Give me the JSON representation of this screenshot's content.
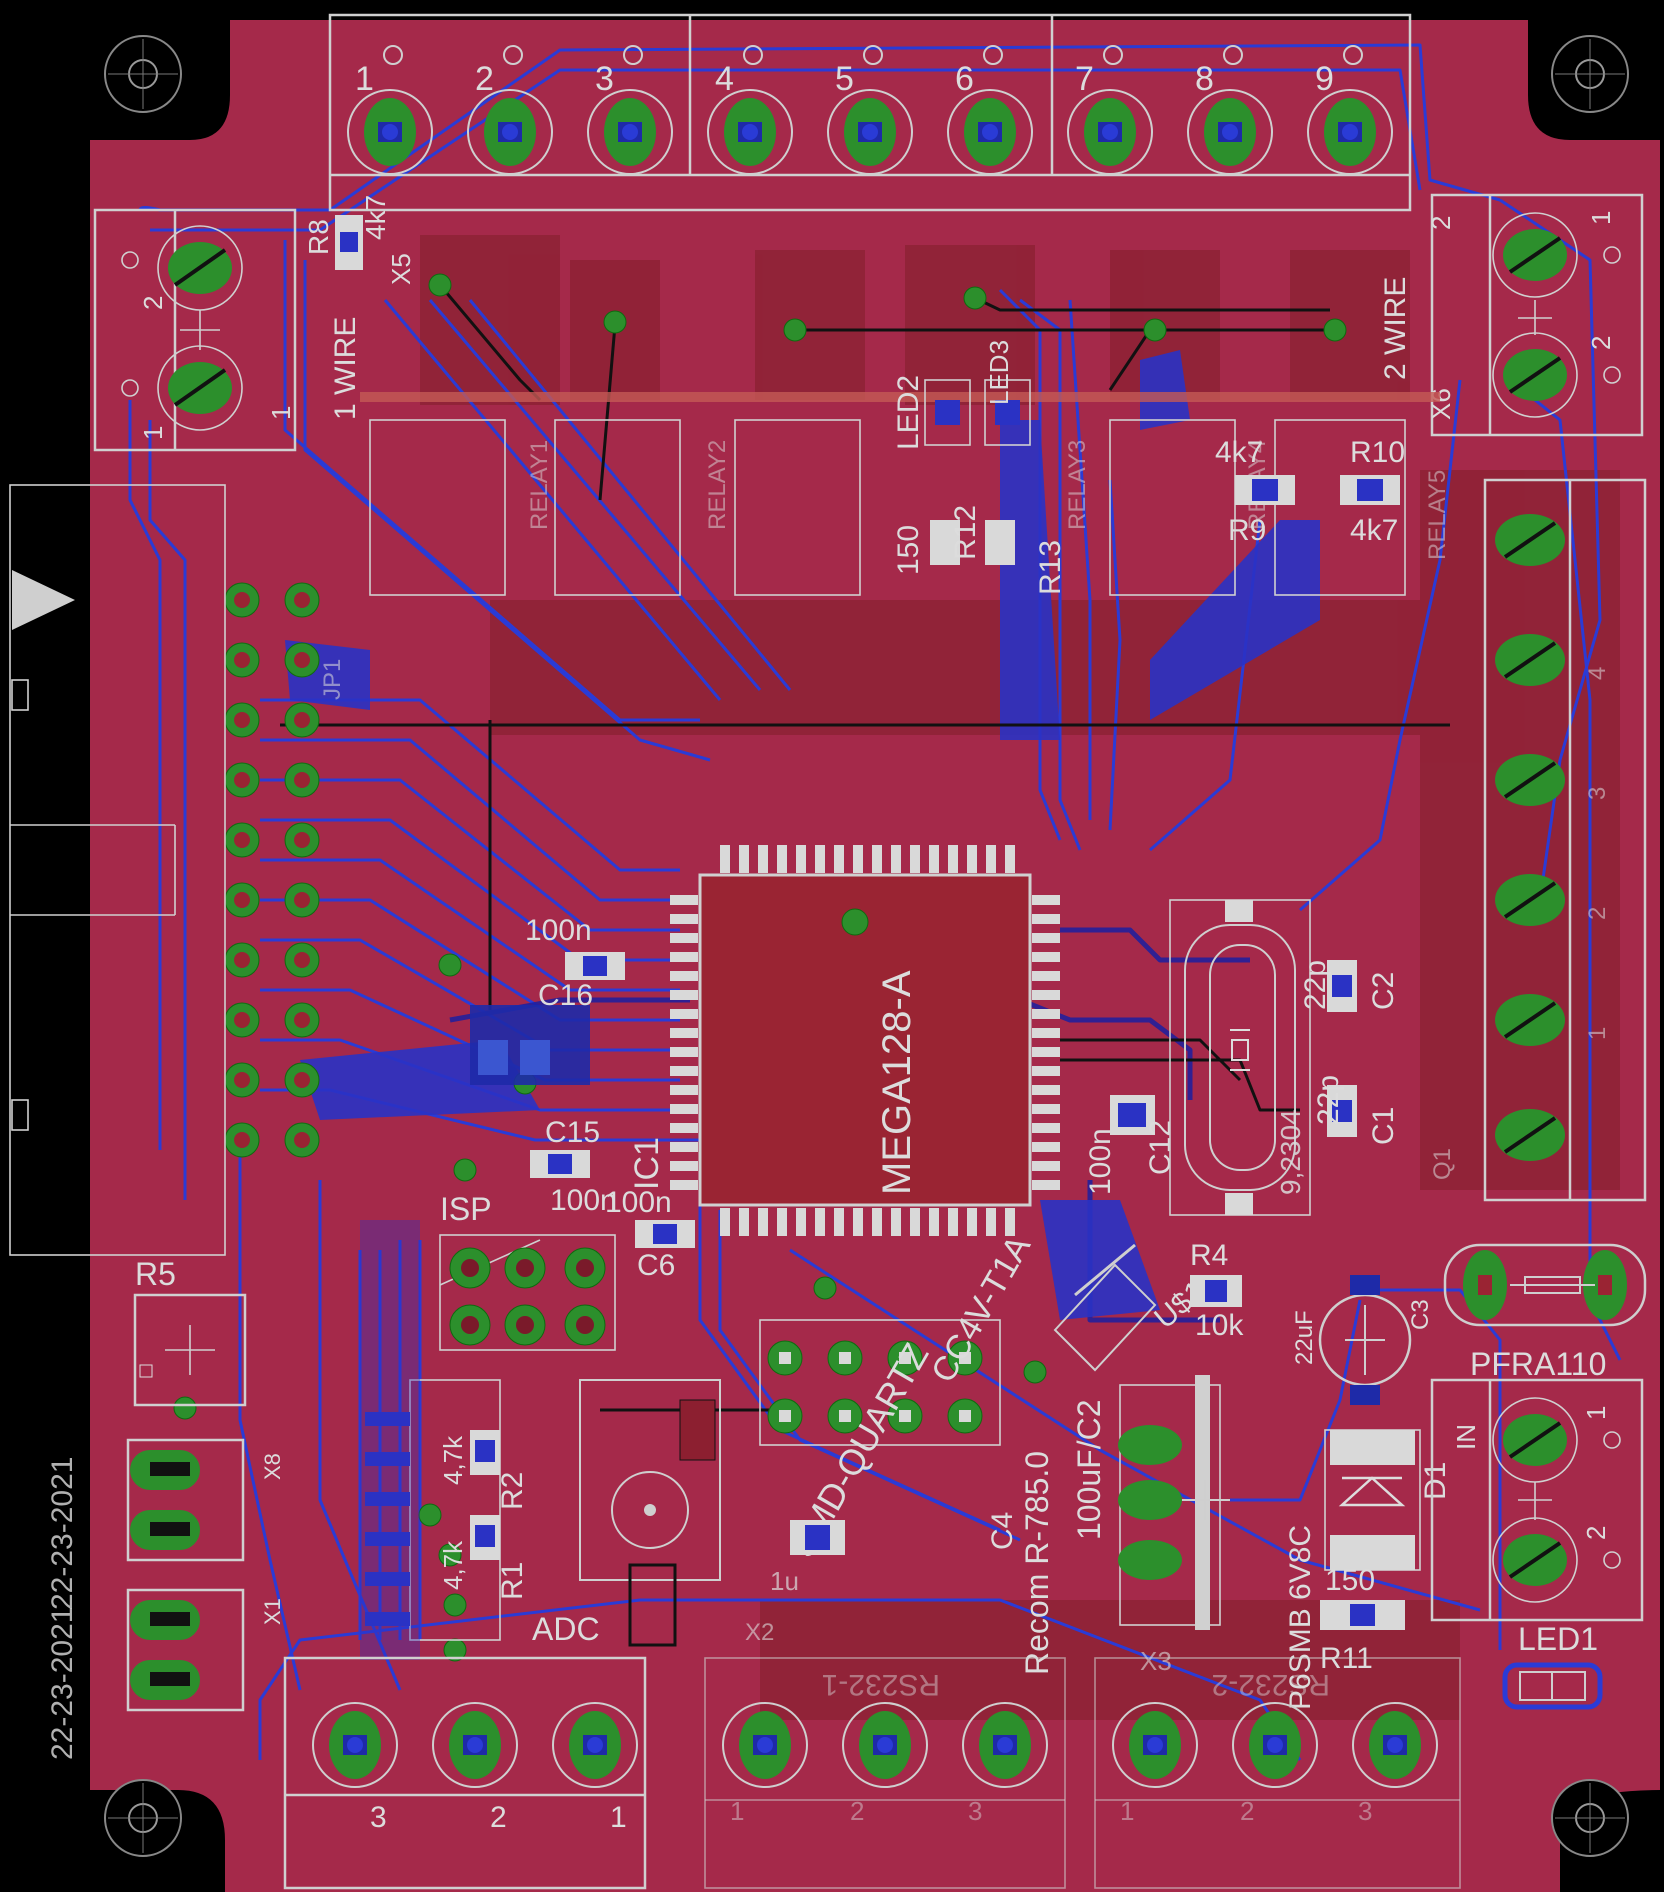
{
  "board": {
    "background_color": "#000000",
    "substrate_color": "#a5294a",
    "top_copper_color": "#9a2433",
    "bottom_copper_color": "#2a3bd6",
    "pad_color": "#2c8f2c",
    "silkscreen_color": "#d0d0d0"
  },
  "date_stamp_1": "22-23-2021",
  "date_stamp_2": "22-23-2021",
  "top_terminal": {
    "pins": [
      "1",
      "2",
      "3",
      "4",
      "5",
      "6",
      "7",
      "8",
      "9"
    ]
  },
  "left_wire_connector": {
    "label": "1 WIRE",
    "pin_top": "2",
    "pin_bottom": "1",
    "side_pin": "1",
    "ref": "X5"
  },
  "right_wire_connector": {
    "label": "2 WIRE",
    "pin_top": "2",
    "pin_mid": "1",
    "pin_bottom": "2",
    "ref": "X6"
  },
  "r8": {
    "ref": "R8",
    "value": "4k7"
  },
  "led2": {
    "ref": "LED2",
    "value": "LED3"
  },
  "r12": {
    "ref": "R12",
    "value": "150"
  },
  "r13": {
    "ref": "R13"
  },
  "r9": {
    "ref": "R9",
    "value": "4k7"
  },
  "r10": {
    "ref": "R10",
    "value": "4k7"
  },
  "relay_labels": [
    "RELAY1",
    "RELAY2",
    "RELAY3",
    "RELAY4",
    "RELAY5"
  ],
  "ic_label": "MEGA128-A",
  "ic_ref": "IC1",
  "c16": {
    "ref": "C16",
    "value": "100n"
  },
  "c15": {
    "ref": "C15",
    "value": "100n"
  },
  "c6": {
    "ref": "C6",
    "value": "100n"
  },
  "c12": {
    "ref": "C12",
    "value": "100n"
  },
  "c2": {
    "ref": "C2",
    "value": "22p"
  },
  "c1": {
    "ref": "C1",
    "value": "22p"
  },
  "crystal": {
    "value": "9,2304"
  },
  "isp_label": "ISP",
  "r5_label": "R5",
  "x8_label": "X8",
  "x1_label": "X1",
  "r4": {
    "ref": "R4",
    "value": "10k"
  },
  "c3": {
    "ref": "C3",
    "value": "22uF"
  },
  "pfra_label": "PFRA110",
  "d1_label": "D1",
  "in_label": "IN",
  "p6smb_label": "P6SMB 6V8C",
  "r11": {
    "ref": "R11",
    "value": "150"
  },
  "led1_label": "LED1",
  "recom_label": "Recom R-785.0",
  "c2_cap": {
    "value": "100uF/C2"
  },
  "c4_label": "C4",
  "quartz_label": "SMD-QUARTZ",
  "cc4v_label": "CC4V-T1A",
  "us_label": "U$1",
  "adc_label": "ADC",
  "r1_label": "R1",
  "r2_label": "R2",
  "r1_value": "4,7k",
  "r2_value": "4,7k",
  "adc_cap": "1u",
  "bottom_left_terminal": {
    "pins": [
      "3",
      "2",
      "1"
    ]
  },
  "rs232_1": {
    "label": "RS232-1",
    "pins": [
      "1",
      "2",
      "3"
    ]
  },
  "rs232_2": {
    "label": "RS232-2",
    "pins": [
      "1",
      "2",
      "3"
    ]
  },
  "right_power_terminal": {
    "pins": [
      "1",
      "2"
    ]
  },
  "right_bank_pins": [
    "1",
    "2",
    "3",
    "4"
  ],
  "x2_label": "X2",
  "x3_label": "X3",
  "hdr_label": "JP1",
  "xtal_ref": "Q1"
}
